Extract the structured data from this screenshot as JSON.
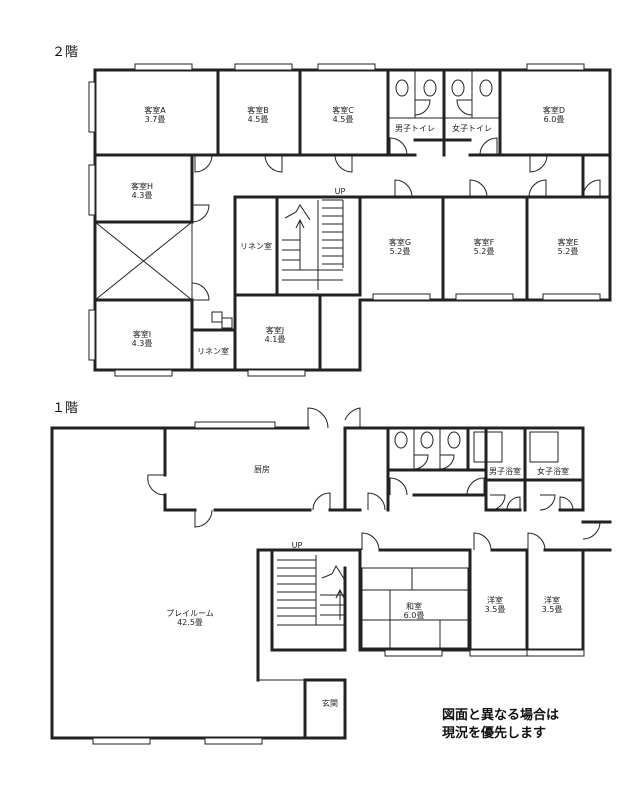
{
  "floors": {
    "f2": {
      "label": "２階",
      "rooms": {
        "a": {
          "name": "客室A",
          "size": "3.7畳"
        },
        "b": {
          "name": "客室B",
          "size": "4.5畳"
        },
        "c": {
          "name": "客室C",
          "size": "4.5畳"
        },
        "d": {
          "name": "客室D",
          "size": "6.0畳"
        },
        "e": {
          "name": "客室E",
          "size": "5.2畳"
        },
        "f": {
          "name": "客室F",
          "size": "5.2畳"
        },
        "g": {
          "name": "客室G",
          "size": "5.2畳"
        },
        "h": {
          "name": "客室H",
          "size": "4.3畳"
        },
        "i": {
          "name": "客室I",
          "size": "4.3畳"
        },
        "j": {
          "name": "客室J",
          "size": "4.1畳"
        }
      },
      "mens_toilet": "男子トイレ",
      "womens_toilet": "女子トイレ",
      "linen_1": "リネン室",
      "linen_2": "リネン室",
      "stairs_up": "UP"
    },
    "f1": {
      "label": "１階",
      "kitchen": "厨房",
      "playroom": {
        "name": "プレイルーム",
        "size": "42.5畳"
      },
      "mens_bath": "男子浴室",
      "womens_bath": "女子浴室",
      "washitsu": {
        "name": "和室",
        "size": "6.0畳"
      },
      "western_1": {
        "name": "洋室",
        "size": "3.5畳"
      },
      "western_2": {
        "name": "洋室",
        "size": "3.5畳"
      },
      "entrance": "玄関",
      "stairs_up": "UP"
    }
  },
  "notice": {
    "line1": "図面と異なる場合は",
    "line2": "現況を優先します"
  }
}
